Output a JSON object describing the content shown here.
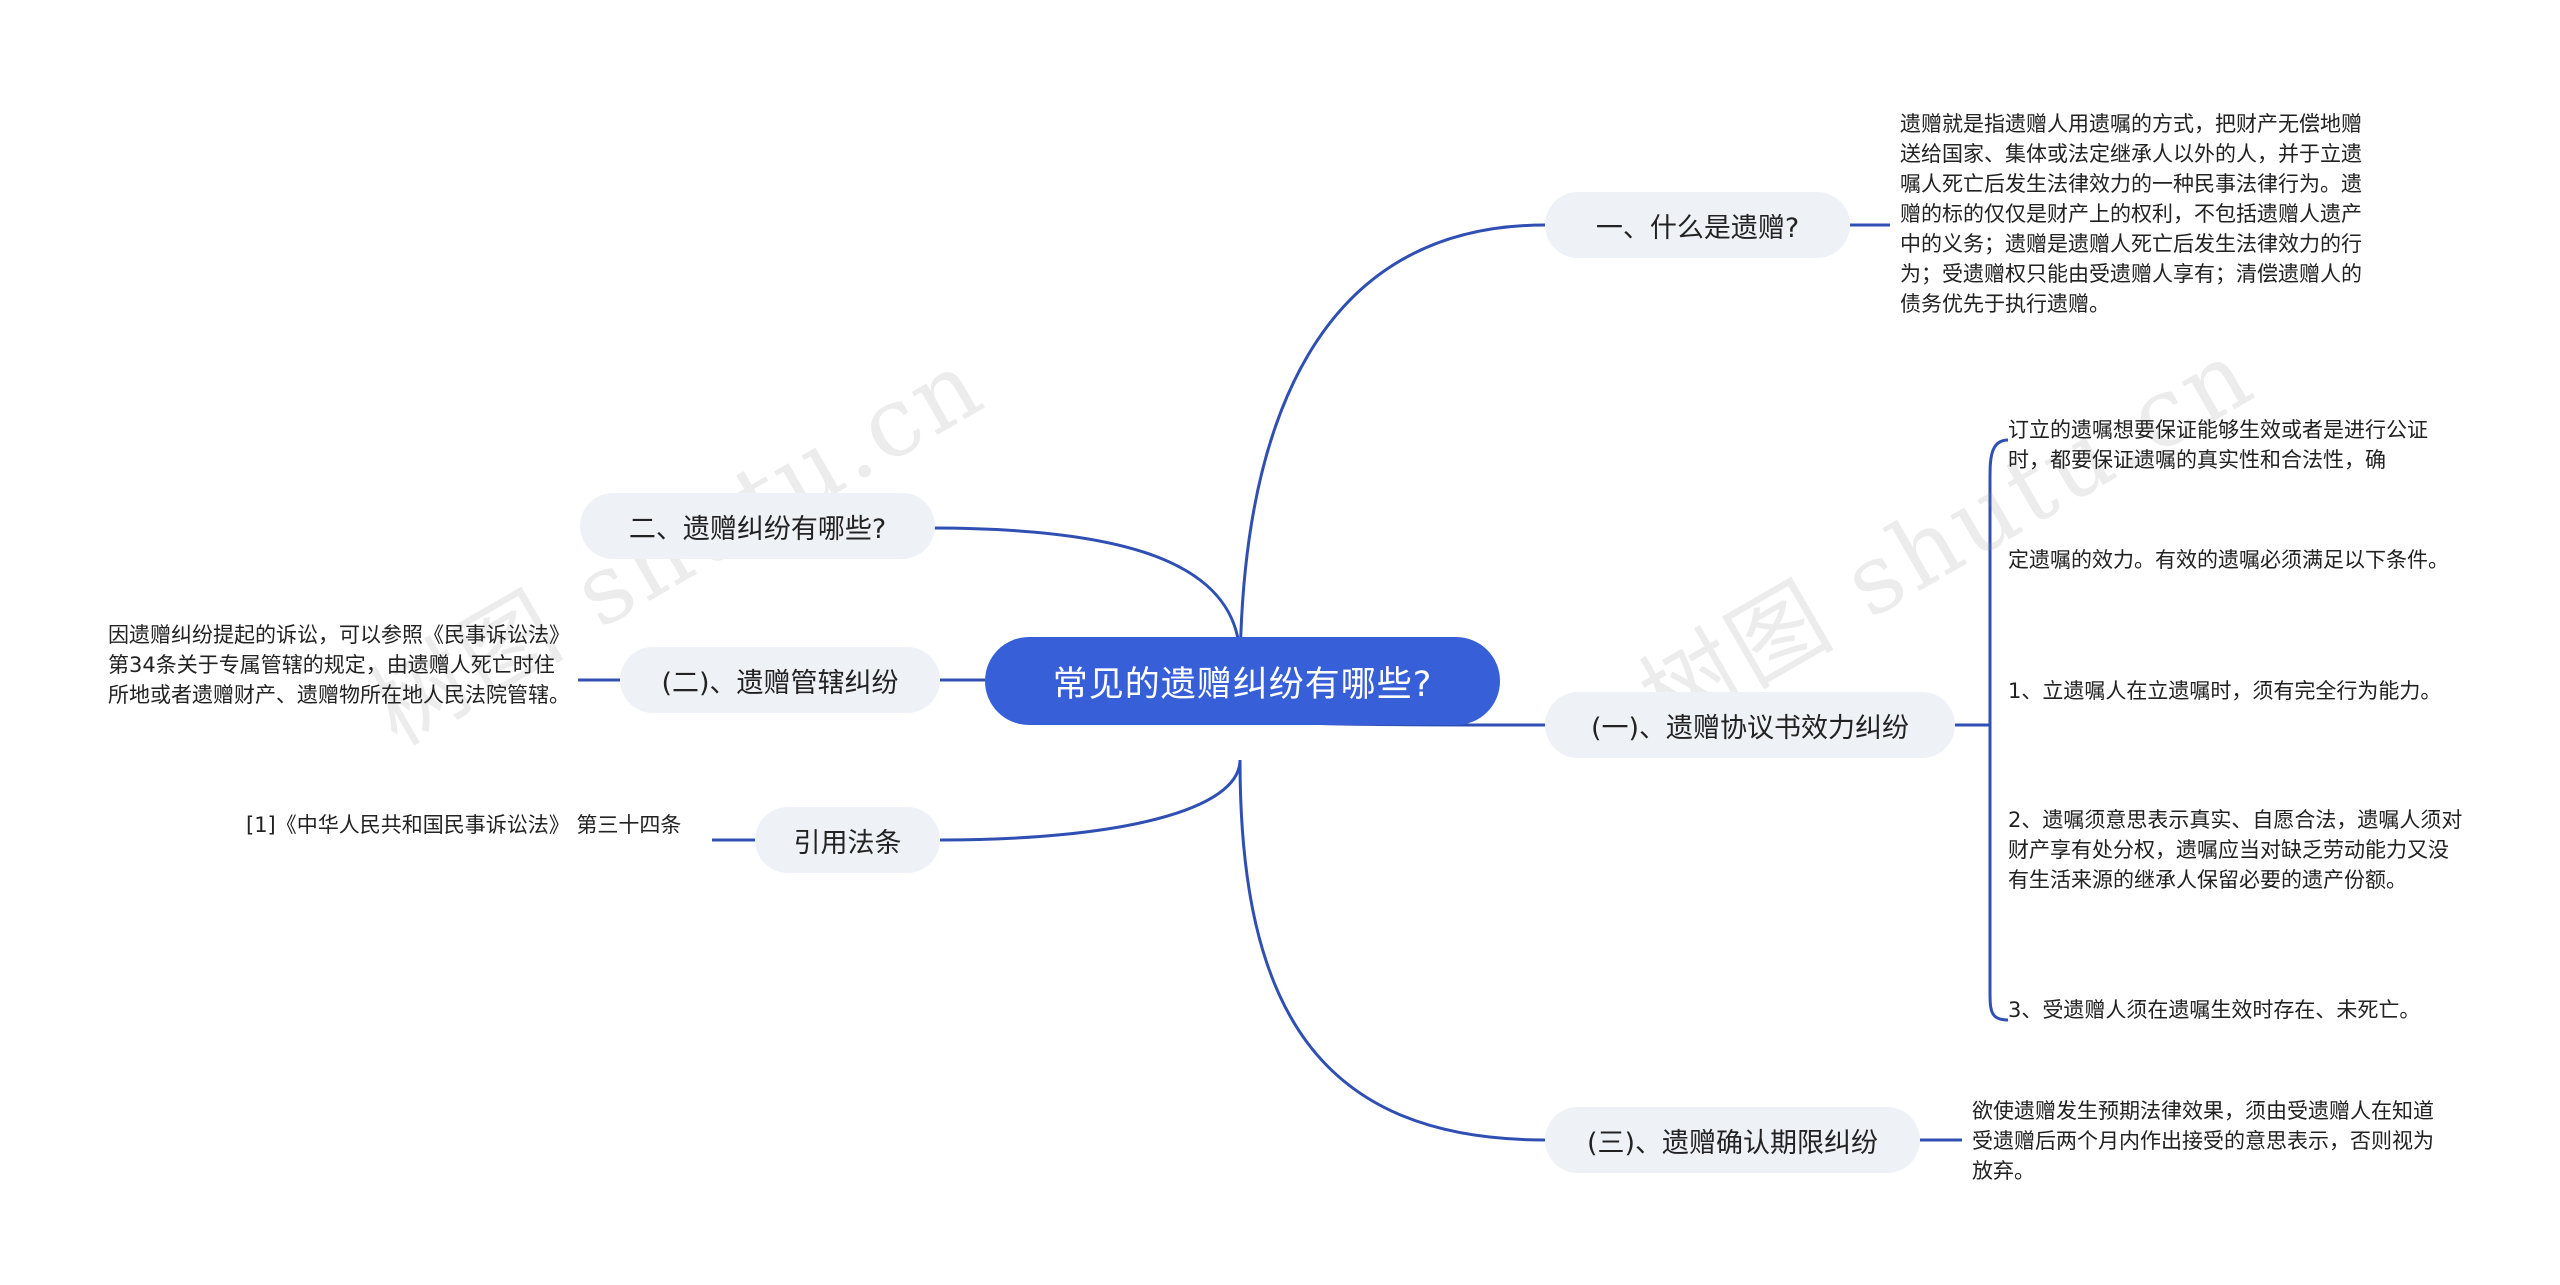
{
  "root": {
    "label": "常见的遗赠纠纷有哪些?"
  },
  "branches": {
    "what_is": {
      "label": "一、什么是遗赠?",
      "detail": "遗赠就是指遗赠人用遗嘱的方式，把财产无偿地赠送给国家、集体或法定继承人以外的人，并于立遗嘱人死亡后发生法律效力的一种民事法律行为。遗赠的标的仅仅是财产上的权利，不包括遗赠人遗产中的义务；遗赠是遗赠人死亡后发生法律效力的行为；受遗赠权只能由受遗赠人享有；清偿遗赠人的债务优先于执行遗赠。"
    },
    "agreement": {
      "label": "(一)、遗赠协议书效力纠纷",
      "details": [
        "订立的遗嘱想要保证能够生效或者是进行公证时，都要保证遗嘱的真实性和合法性，确",
        "定遗嘱的效力。有效的遗嘱必须满足以下条件。",
        "1、立遗嘱人在立遗嘱时，须有完全行为能力。",
        "2、遗嘱须意思表示真实、自愿合法，遗嘱人须对财产享有处分权，遗嘱应当对缺乏劳动能力又没有生活来源的继承人保留必要的遗产份额。",
        "3、受遗赠人须在遗嘱生效时存在、未死亡。"
      ]
    },
    "confirm": {
      "label": "(三)、遗赠确认期限纠纷",
      "detail": "欲使遗赠发生预期法律效果，须由受遗赠人在知道受遗赠后两个月内作出接受的意思表示，否则视为放弃。"
    },
    "which": {
      "label": "二、遗赠纠纷有哪些?"
    },
    "jurisdiction": {
      "label": "(二)、遗赠管辖纠纷",
      "detail": "因遗赠纠纷提起的诉讼，可以参照《民事诉讼法》第34条关于专属管辖的规定，由遗赠人死亡时住所地或者遗赠财产、遗赠物所在地人民法院管辖。"
    },
    "cite": {
      "label": "引用法条",
      "detail": "[1]《中华人民共和国民事诉讼法》 第三十四条"
    }
  },
  "watermark": {
    "text": "树图 shutu.cn"
  },
  "colors": {
    "root": "#3760d8",
    "line": "#2f4fb3",
    "branch_bg": "#eef1f5"
  }
}
